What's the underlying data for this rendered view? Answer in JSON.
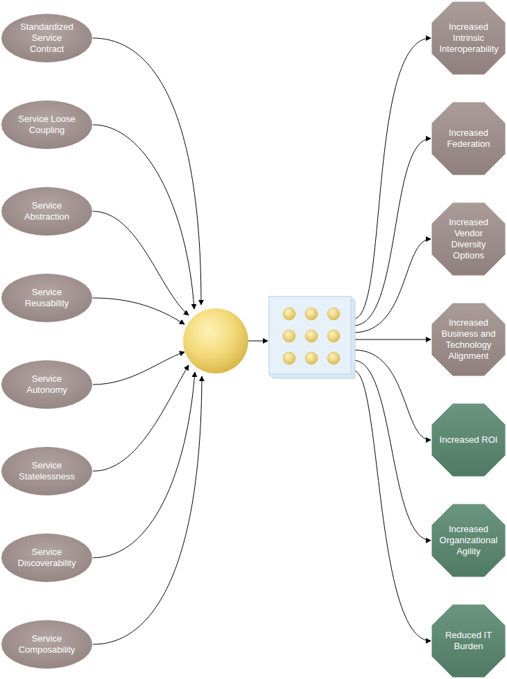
{
  "diagram": {
    "nodes": [
      {
        "text": [
          "Standardized Service Contract"
        ]
      },
      {
        "text": [
          "Service Loose Coupling"
        ]
      },
      {
        "text": [
          "Service Abstraction"
        ]
      },
      {
        "text": [
          "Service Reusability"
        ]
      },
      {
        "text": [
          "Service Autonomy"
        ]
      },
      {
        "text": [
          "Service Statelessness"
        ]
      },
      {
        "text": [
          "Service Discoverability"
        ]
      },
      {
        "text": [
          "Service Composability"
        ]
      },
      {
        "text": [
          "Increased Intrinsic Interoperability"
        ]
      },
      {
        "text": [
          "Increased Federation"
        ]
      },
      {
        "text": [
          "Increased Vendor Diversity Options"
        ]
      },
      {
        "text": [
          "Increased Business and Technology Alignment"
        ]
      },
      {
        "text": [
          "Increased ROI"
        ]
      },
      {
        "text": [
          "Increased Organizational Agility"
        ]
      },
      {
        "text": [
          "Reduced IT Burden"
        ]
      }
    ]
  }
}
